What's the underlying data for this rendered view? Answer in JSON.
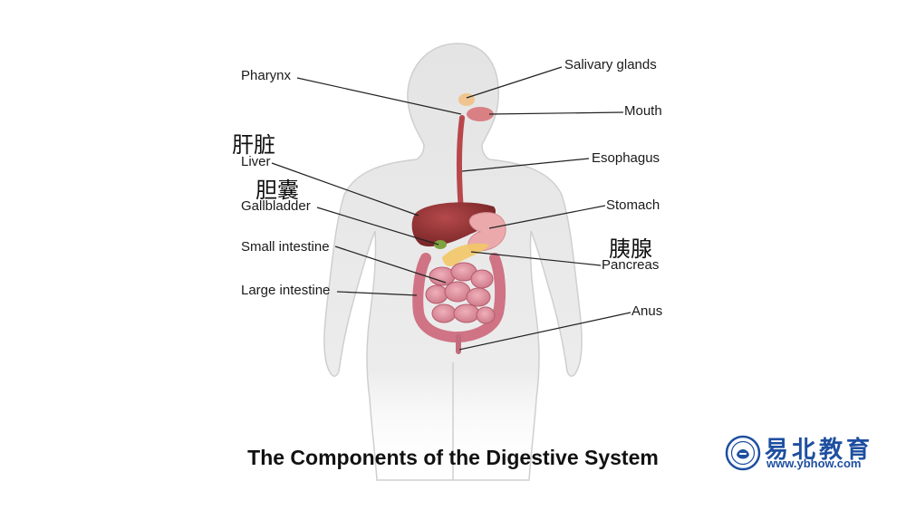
{
  "diagram": {
    "title": "The Components of the Digestive System",
    "labels": {
      "pharynx": "Pharynx",
      "salivary_glands": "Salivary glands",
      "mouth": "Mouth",
      "esophagus": "Esophagus",
      "liver": "Liver",
      "gallbladder": "Gallbladder",
      "stomach": "Stomach",
      "pancreas": "Pancreas",
      "small_intestine": "Small intestine",
      "large_intestine": "Large intestine",
      "anus": "Anus"
    },
    "chinese_labels": {
      "liver": "肝脏",
      "gallbladder": "胆囊",
      "pancreas": "胰腺"
    }
  },
  "logo": {
    "name": "易北教育",
    "url": "www.ybhow.com",
    "accent_color": "#1e4fa0"
  },
  "colors": {
    "body": "#dcdcdc",
    "liver": "#8b2c2e",
    "stomach": "#e8a2a4",
    "intestine": "#d98a97",
    "pancreas": "#f0c35a",
    "leader_line": "#222222"
  }
}
